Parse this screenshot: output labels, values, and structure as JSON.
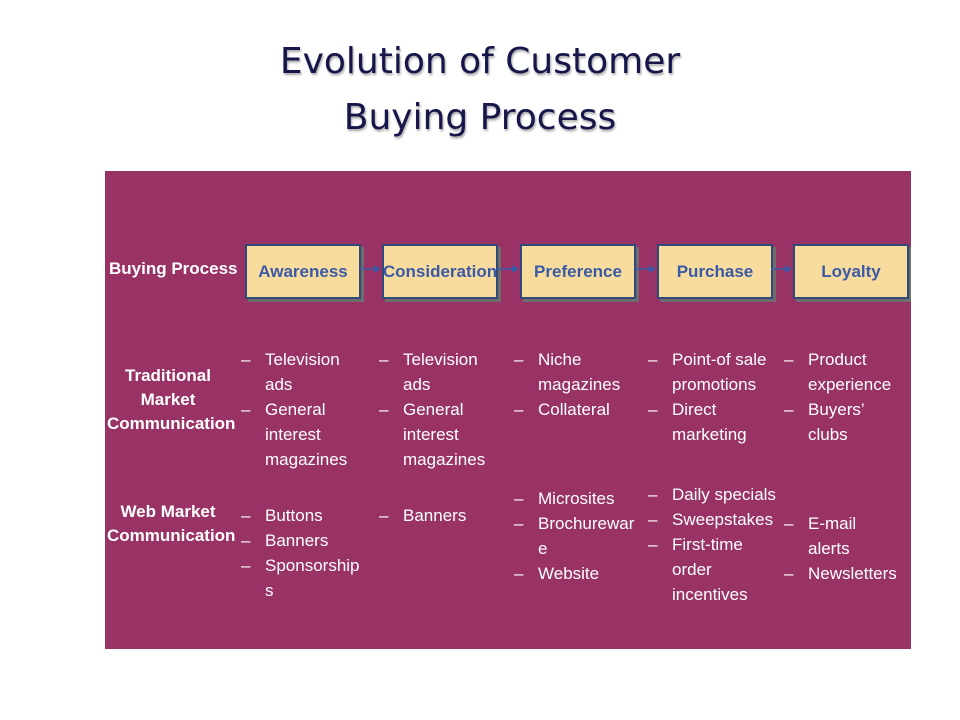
{
  "title": {
    "line1": "Evolution of Customer",
    "line2": "Buying Process"
  },
  "rows": {
    "buying_process": "Buying Process",
    "traditional": [
      "Traditional",
      "Market",
      "Communication"
    ],
    "web": [
      "Web Market",
      "Communication"
    ]
  },
  "stages": [
    "Awareness",
    "Consideration",
    "Preference",
    "Purchase",
    "Loyalty"
  ],
  "traditional": [
    [
      [
        "Television",
        "ads"
      ],
      [
        "General",
        "interest",
        "magazines"
      ]
    ],
    [
      [
        "Television",
        "ads"
      ],
      [
        "General",
        "interest",
        "magazines"
      ]
    ],
    [
      [
        "Niche",
        "magazines"
      ],
      [
        "Collateral"
      ]
    ],
    [
      [
        "Point-of sale",
        "promotions"
      ],
      [
        "Direct",
        "marketing"
      ]
    ],
    [
      [
        "Product",
        "experience"
      ],
      [
        "Buyers’",
        "clubs"
      ]
    ]
  ],
  "web": [
    [
      [
        "Buttons"
      ],
      [
        "Banners"
      ],
      [
        "Sponsorship",
        "s"
      ]
    ],
    [
      [
        "Banners"
      ]
    ],
    [
      [
        "Microsites"
      ],
      [
        "Brochurewar",
        "e"
      ],
      [
        "Website"
      ]
    ],
    [
      [
        "Daily specials"
      ],
      [
        "Sweepstakes"
      ],
      [
        "First-time",
        "order",
        "incentives"
      ]
    ],
    [
      [
        "E-mail",
        "alerts"
      ],
      [
        "Newsletters"
      ]
    ]
  ],
  "colors": {
    "panel": "#993366",
    "stage_fill": "#f7dc9e",
    "stage_text": "#3b5aa6",
    "title": "#16164a",
    "arrow": "#3b5aa6"
  },
  "icons": {
    "dash": "en-dash-bullet",
    "arrow": "right-arrow-icon"
  }
}
